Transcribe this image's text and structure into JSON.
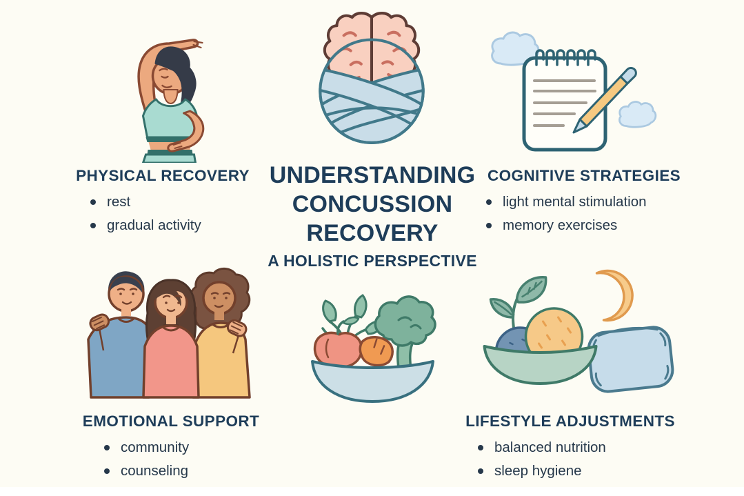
{
  "infographic": {
    "title": "UNDERSTANDING CONCUSSION RECOVERY",
    "subtitle": "A HOLISTIC PERSPECTIVE"
  },
  "sections": [
    {
      "id": "physical",
      "heading": "PHYSICAL RECOVERY",
      "bullets": [
        "rest",
        "gradual activity"
      ],
      "illustration": "stretching-woman"
    },
    {
      "id": "cognitive",
      "heading": "COGNITIVE STRATEGIES",
      "bullets": [
        "light mental stimulation",
        "memory exercises"
      ],
      "illustration": "notepad-pencil-clouds"
    },
    {
      "id": "emotional",
      "heading": "EMOTIONAL SUPPORT",
      "bullets": [
        "community",
        "counseling"
      ],
      "illustration": "three-friends"
    },
    {
      "id": "lifestyle",
      "heading": "LIFESTYLE ADJUSTMENTS",
      "bullets": [
        "balanced nutrition",
        "sleep hygiene"
      ],
      "illustration": "sleep-and-nutrition-bowl"
    }
  ],
  "center_illustrations": [
    "bandaged-brain",
    "vegetable-bowl"
  ],
  "colors": {
    "background": "#fdfcf4",
    "heading_text": "#1e3d59",
    "body_text": "#26384a",
    "brain_pink": "#f9d0c0",
    "brain_outline": "#5e3c35",
    "brain_fold": "#c96f60",
    "bandage_blue": "#c9dde8",
    "bandage_outline": "#41798a",
    "skin_light": "#eca97f",
    "mint_top": "#a9dbd1",
    "hair_dark": "#353b48",
    "pencil_yellow": "#f6c981",
    "cloud_blue": "#d9eaf6",
    "notepad_outline": "#2e6373",
    "shirt_blue": "#7fa6c5",
    "shirt_salmon": "#f2968a",
    "shirt_yellow": "#f5c77e",
    "bowl_blue": "#ccdfe6",
    "bowl_green": "#b7d4c5",
    "broccoli_green": "#7eb29c",
    "apple_red": "#ef9483",
    "carrot_orange": "#f09a52",
    "pillow_blue": "#c6dcea",
    "moon_orange": "#f7cb8b",
    "berry_blue": "#7394b3"
  }
}
